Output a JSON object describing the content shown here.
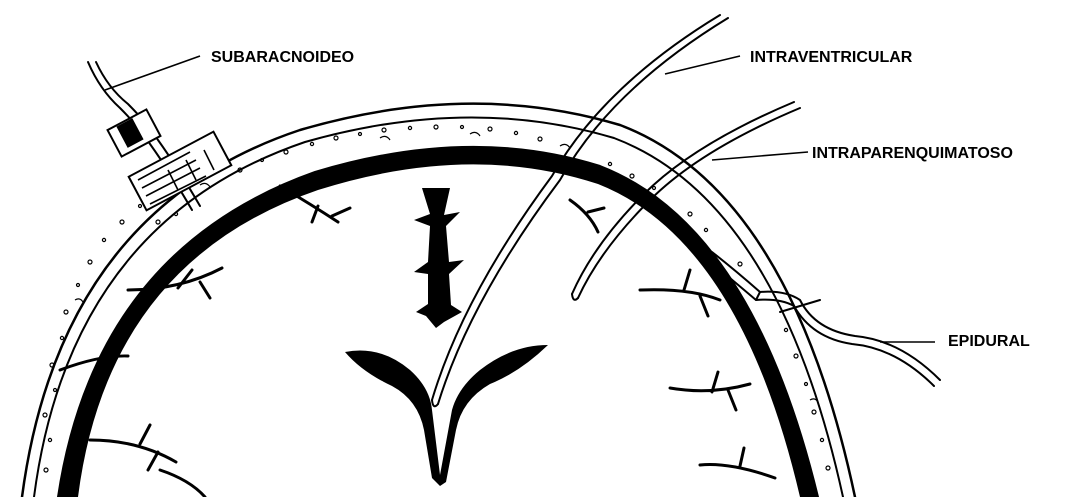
{
  "labels": {
    "subarachnoid": "SUBARACNOIDEO",
    "intraventricular": "INTRAVENTRICULAR",
    "intraparenchymal": "INTRAPARENQUIMATOSO",
    "epidural": "EPIDURAL"
  },
  "colors": {
    "ink": "#000000",
    "paper": "#ffffff"
  }
}
